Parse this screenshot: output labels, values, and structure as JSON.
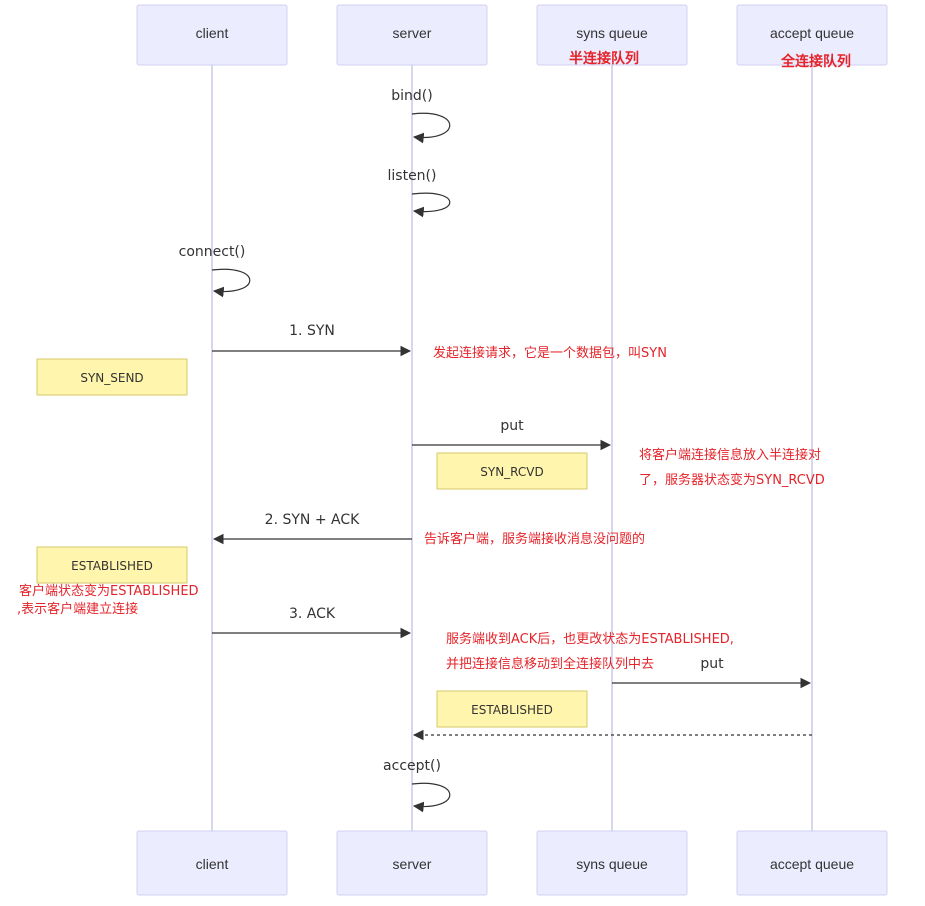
{
  "actors": {
    "client": "client",
    "server": "server",
    "syns": "syns queue",
    "accept": "accept queue"
  },
  "queue_labels": {
    "half": "半连接队列",
    "full": "全连接队列"
  },
  "self_calls": {
    "bind": "bind()",
    "listen": "listen()",
    "connect": "connect()",
    "accept": "accept()"
  },
  "messages": {
    "syn": "1. SYN",
    "put1": "put",
    "synack": "2. SYN + ACK",
    "ack": "3. ACK",
    "put2": "put"
  },
  "notes": {
    "syn_send": "SYN_SEND",
    "syn_rcvd": "SYN_RCVD",
    "established_client": "ESTABLISHED",
    "established_server": "ESTABLISHED"
  },
  "annotations": {
    "syn": "发起连接请求，它是一个数据包，叫SYN",
    "put_line1": "将客户端连接信息放入半连接对",
    "put_line2": "了，服务器状态变为SYN_RCVD",
    "synack": "告诉客户端，服务端接收消息没问题的",
    "client_line1": "客户端状态变为ESTABLISHED",
    "client_line2": ",表示客户端建立连接",
    "ack_line1": "服务端收到ACK后，也更改状态为ESTABLISHED,",
    "ack_line2": "并把连接信息移动到全连接队列中去"
  }
}
